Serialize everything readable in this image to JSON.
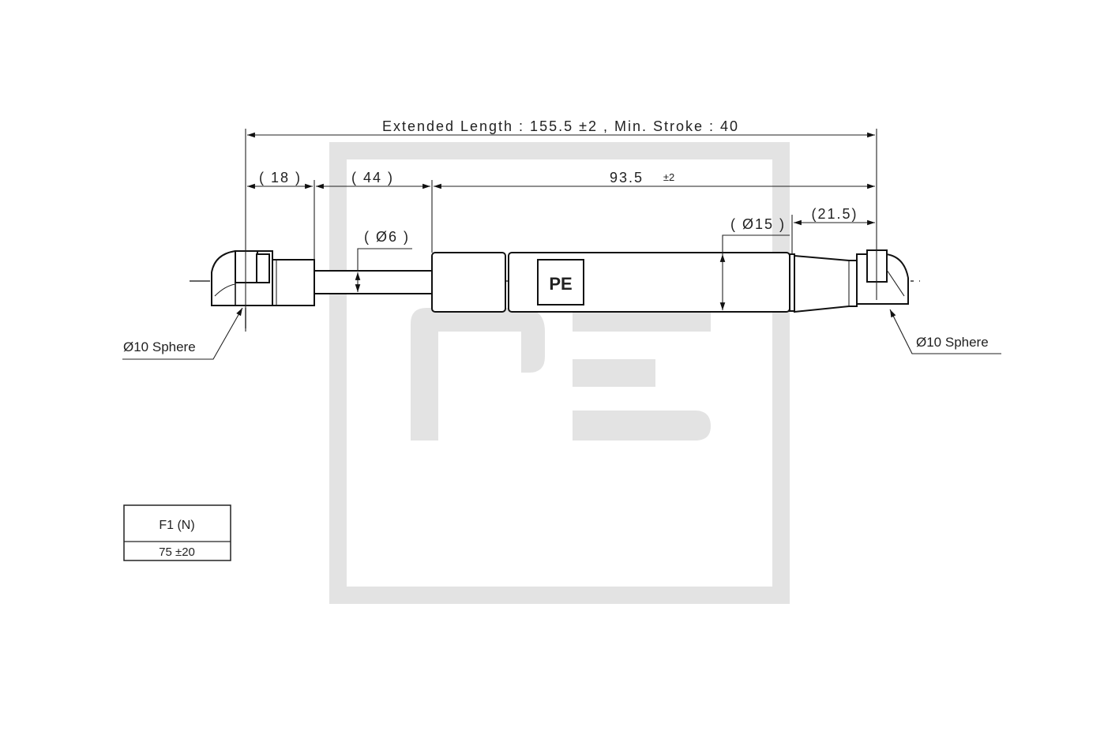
{
  "title_dimension": "Extended Length : 155.5 ±2 ,  Min. Stroke : 40",
  "dimensions": {
    "eye_length": "( 18 )",
    "rod_length": "( 44 )",
    "body_length": "93.5",
    "body_tolerance": "±2",
    "rod_diameter": "( Ø6 )",
    "body_diameter": "( Ø15 )",
    "end_fitting_length": "(21.5)"
  },
  "labels": {
    "left_sphere": "Ø10 Sphere",
    "right_sphere": "Ø10 Sphere"
  },
  "logo": {
    "text": "PE"
  },
  "force_table": {
    "header": "F1 (N)",
    "value": "75 ±20"
  },
  "colors": {
    "line": "#111111",
    "watermark": "#e3e3e3"
  }
}
